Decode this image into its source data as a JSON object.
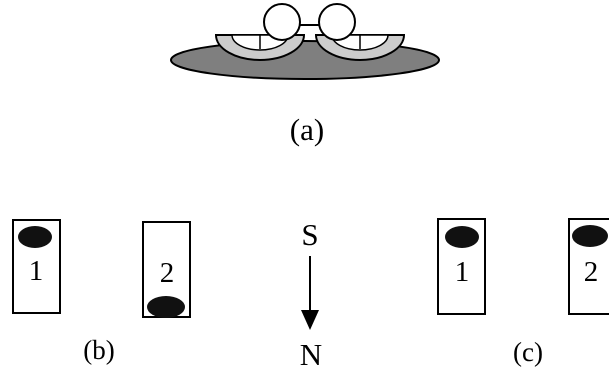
{
  "panel_a": {
    "label": "(a)"
  },
  "panel_b": {
    "label": "(b)",
    "box_1_label": "1",
    "box_2_label": "2"
  },
  "compass": {
    "top_label": "S",
    "bottom_label": "N"
  },
  "panel_c": {
    "label": "(c)",
    "box_1_label": "1",
    "box_2_label": "2"
  },
  "colors": {
    "plate_fill": "#7f7f7f",
    "bowl_fill": "#cccccc",
    "stroke": "#000000",
    "dot_fill": "#111111"
  }
}
